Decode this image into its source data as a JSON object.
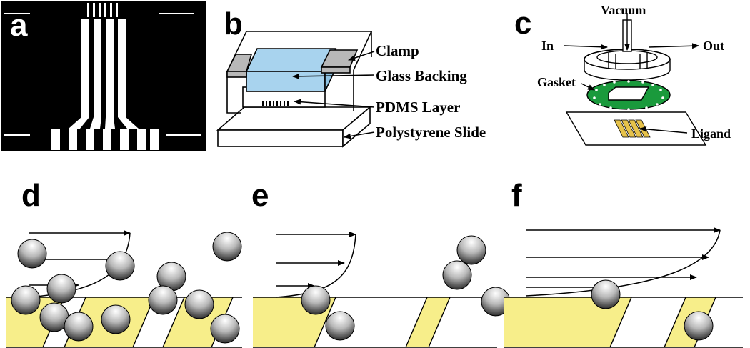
{
  "panels": {
    "a": {
      "label": "a"
    },
    "b": {
      "label": "b",
      "callouts": {
        "clamp": "Clamp",
        "glass": "Glass Backing",
        "pdms": "PDMS Layer",
        "slide": "Polystyrene Slide"
      }
    },
    "c": {
      "label": "c",
      "callouts": {
        "vacuum": "Vacuum",
        "in": "In",
        "out": "Out",
        "gasket": "Gasket",
        "ligand": "Ligand"
      }
    },
    "d": {
      "label": "d"
    },
    "e": {
      "label": "e"
    },
    "f": {
      "label": "f"
    }
  },
  "colors": {
    "ligand_stripe": "#f7ee8a",
    "glass": "#a8d3ee",
    "gasket": "#1a9a3c",
    "clamp": "#b8b8b8",
    "mask_bg": "#000000"
  }
}
